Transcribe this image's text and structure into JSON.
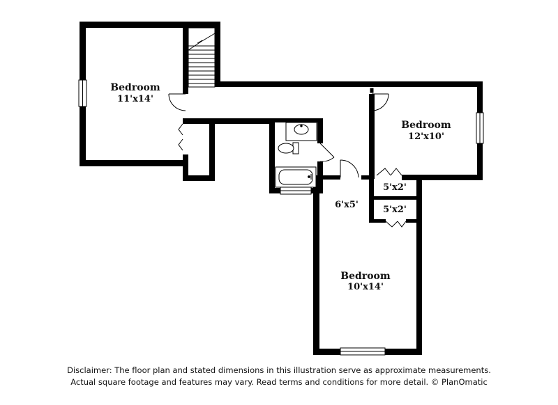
{
  "colors": {
    "wall": "#000000",
    "background": "#ffffff",
    "text": "#111111"
  },
  "rooms": {
    "bedroom_nw": {
      "name": "Bedroom",
      "dims": "11'x14'"
    },
    "bedroom_e": {
      "name": "Bedroom",
      "dims": "12'x10'"
    },
    "bedroom_s": {
      "name": "Bedroom",
      "dims": "10'x14'"
    },
    "closet_upper": {
      "dims": "5'x2'"
    },
    "closet_lower": {
      "dims": "5'x2'"
    },
    "hall": {
      "dims": "6'x5'"
    }
  },
  "disclaimer": {
    "line1": "Disclaimer: The floor plan and stated dimensions in this illustration serve as approximate measurements.",
    "line2": "Actual square footage and features may vary. Read terms and conditions for more detail. © PlanOmatic"
  }
}
